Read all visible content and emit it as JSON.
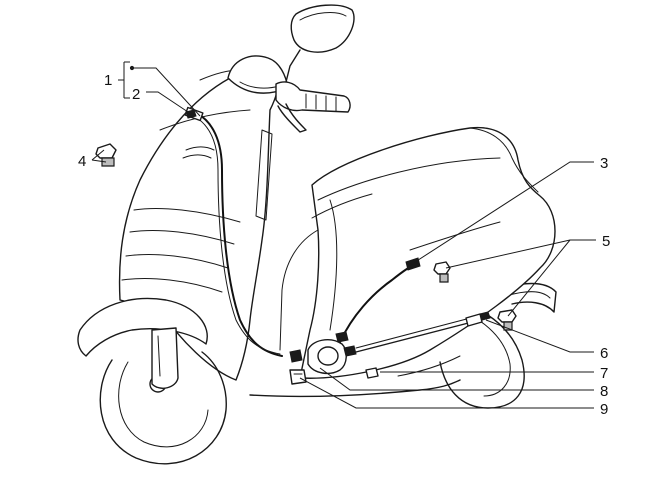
{
  "diagram": {
    "callouts": [
      {
        "id": "c1",
        "text": "1"
      },
      {
        "id": "c2",
        "text": "2"
      },
      {
        "id": "c3",
        "text": "3"
      },
      {
        "id": "c4",
        "text": "4"
      },
      {
        "id": "c5",
        "text": "5"
      },
      {
        "id": "c6",
        "text": "6"
      },
      {
        "id": "c7",
        "text": "7"
      },
      {
        "id": "c8",
        "text": "8"
      },
      {
        "id": "c9",
        "text": "9"
      }
    ],
    "colors": {
      "line": "#1a1a1a",
      "background": "#ffffff"
    }
  }
}
